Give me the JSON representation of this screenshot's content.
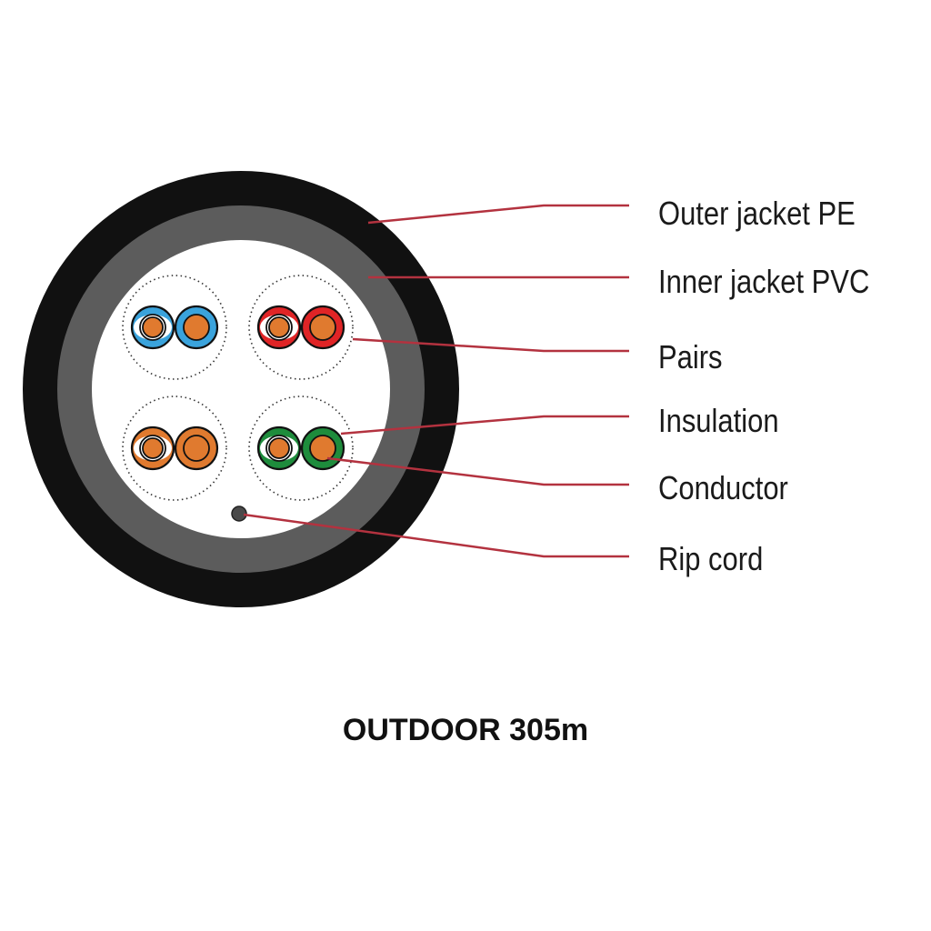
{
  "labels": {
    "outer_jacket": "Outer jacket PE",
    "inner_jacket": "Inner jacket PVC",
    "pairs": "Pairs",
    "insulation": "Insulation",
    "conductor": "Conductor",
    "rip_cord": "Rip cord"
  },
  "caption": "OUTDOOR 305m",
  "colors": {
    "outer_jacket": "#111111",
    "inner_jacket": "#5c5c5c",
    "core": "#ffffff",
    "leader_line": "#b3323f",
    "conductor": "#e07a2f",
    "pair_blue": "#3aa3dc",
    "pair_red": "#e02426",
    "pair_orange": "#e07a2f",
    "pair_green": "#1e8c3c",
    "rip_cord": "#4a4a4a"
  },
  "pairs": [
    {
      "name": "blue-pair",
      "color": "pair_blue"
    },
    {
      "name": "red-pair",
      "color": "pair_red"
    },
    {
      "name": "orange-pair",
      "color": "pair_orange"
    },
    {
      "name": "green-pair",
      "color": "pair_green"
    }
  ]
}
